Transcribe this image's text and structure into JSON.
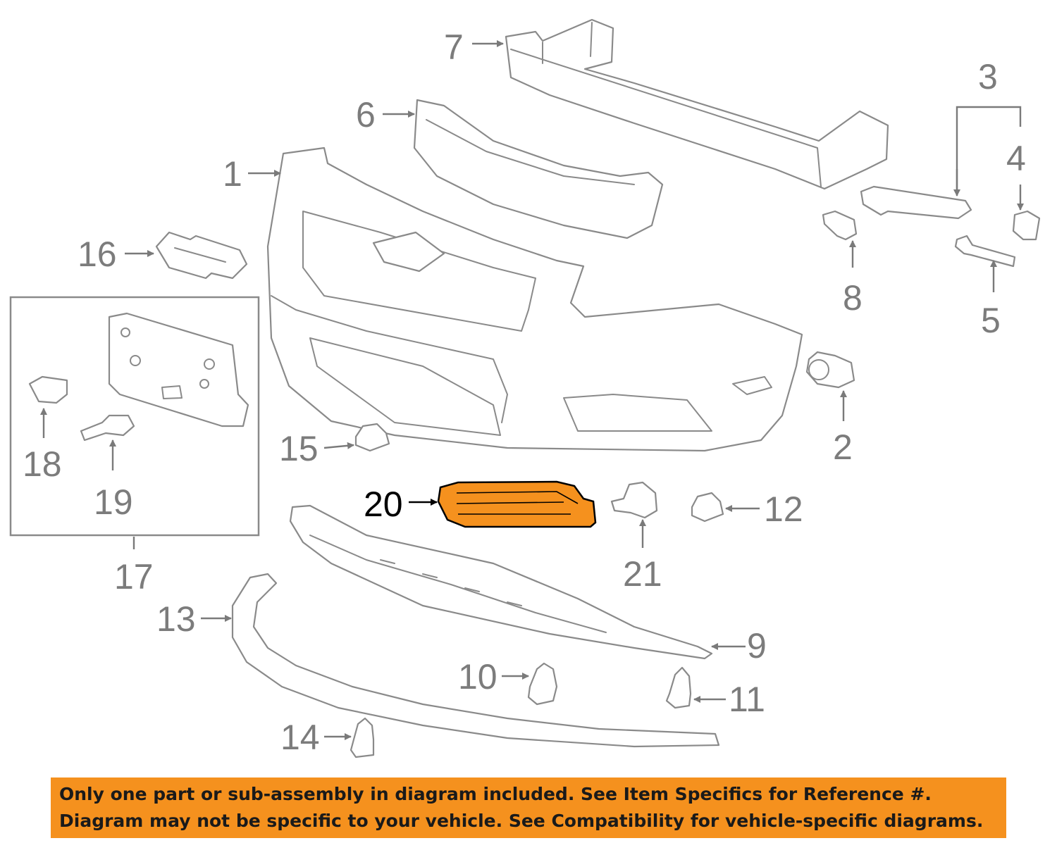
{
  "diagram": {
    "callouts": {
      "c1": "1",
      "c2": "2",
      "c3": "3",
      "c4": "4",
      "c5": "5",
      "c6": "6",
      "c7": "7",
      "c8": "8",
      "c9": "9",
      "c10": "10",
      "c11": "11",
      "c12": "12",
      "c13": "13",
      "c14": "14",
      "c15": "15",
      "c16": "16",
      "c17": "17",
      "c18": "18",
      "c19": "19",
      "c20": "20",
      "c21": "21"
    },
    "highlight_color": "#f5911e",
    "line_color": "#8a8a8a"
  },
  "banner": {
    "line1": "Only one part or sub-assembly in diagram included. See Item Specifics for Reference #.",
    "line2": "Diagram may not be specific to your vehicle. See Compatibility for vehicle-specific diagrams.",
    "background": "#f5911e"
  }
}
